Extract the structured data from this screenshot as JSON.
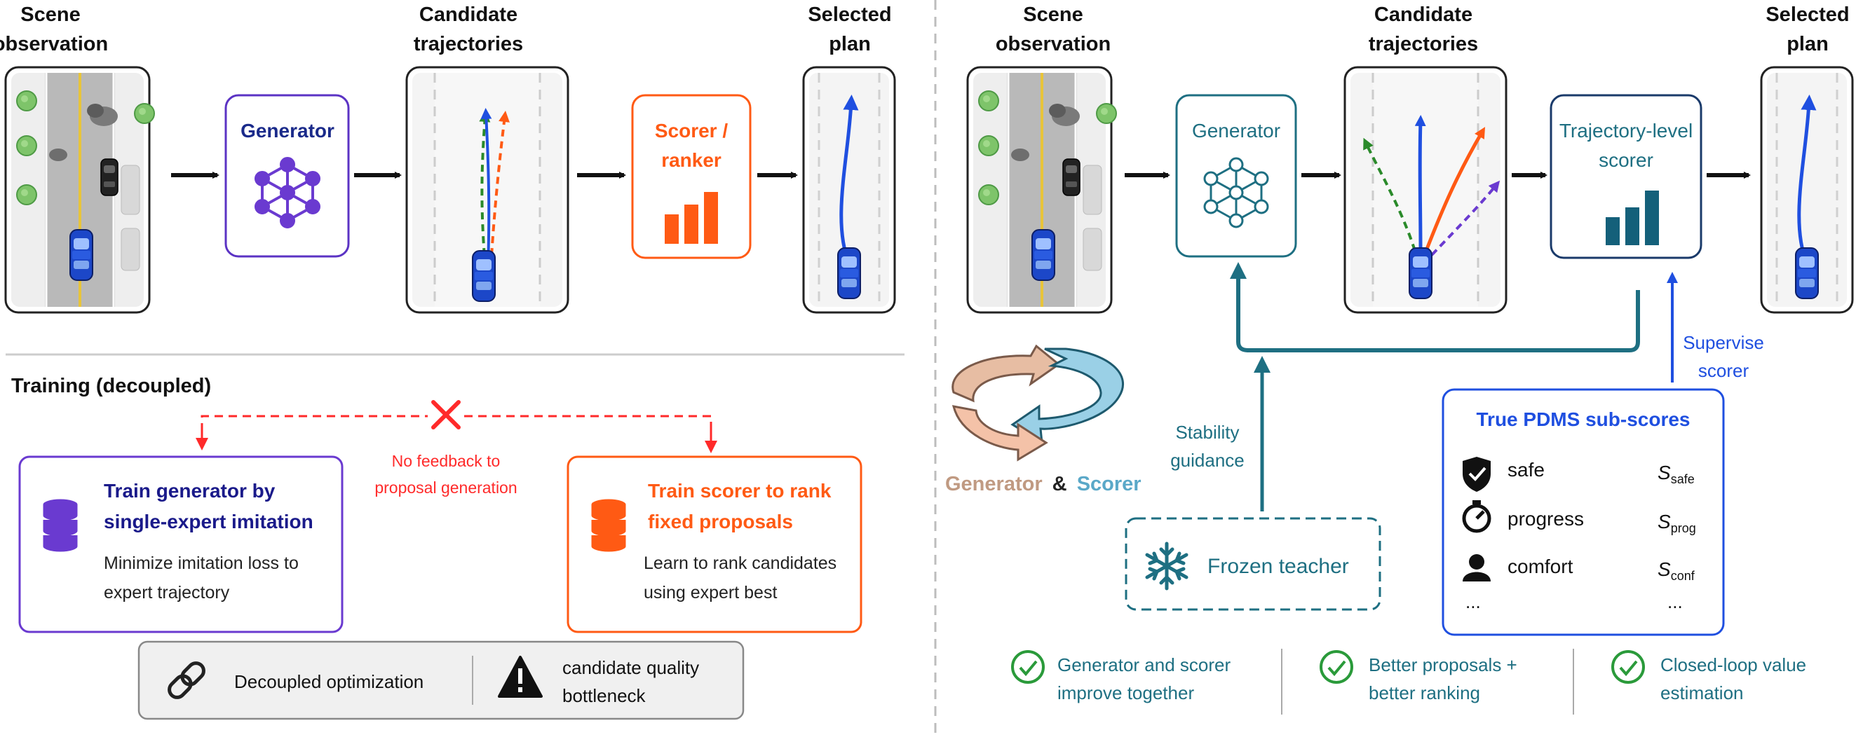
{
  "left": {
    "stage_labels": {
      "scene_l1": "Scene",
      "scene_l2": "observation",
      "cand_l1": "Candidate",
      "cand_l2": "trajectories",
      "sel_l1": "Selected",
      "sel_l2": "plan"
    },
    "generator_label": "Generator",
    "scorer_l1": "Scorer /",
    "scorer_l2": "ranker",
    "training_title": "Training (decoupled)",
    "no_feedback_l1": "No feedback to",
    "no_feedback_l2": "proposal generation",
    "train_gen": {
      "title_l1": "Train generator by",
      "title_l2": "single-expert imitation",
      "desc_l1": "Minimize imitation loss to",
      "desc_l2": "expert trajectory"
    },
    "train_scorer": {
      "title_l1": "Train scorer to rank",
      "title_l2": "fixed proposals",
      "desc_l1": "Learn to rank candidates",
      "desc_l2": "using expert best"
    },
    "bottom": {
      "decoupled": "Decoupled optimization",
      "bottleneck_l1": "candidate quality",
      "bottleneck_l2": "bottleneck"
    }
  },
  "right": {
    "stage_labels": {
      "scene_l1": "Scene",
      "scene_l2": "observation",
      "cand_l1": "Candidate",
      "cand_l2": "trajectories",
      "sel_l1": "Selected",
      "sel_l2": "plan"
    },
    "generator_label": "Generator",
    "scorer_l1": "Trajectory-level",
    "scorer_l2": "scorer",
    "supervise_l1": "Supervise",
    "supervise_l2": "scorer",
    "stability_l1": "Stability",
    "stability_l2": "guidance",
    "frozen_teacher": "Frozen teacher",
    "cycle_gen": "Generator",
    "cycle_amp": "&",
    "cycle_scorer": "Scorer",
    "pdms": {
      "title": "True PDMS sub-scores",
      "items": [
        {
          "label": "safe",
          "sym": "S",
          "sub": "safe"
        },
        {
          "label": "progress",
          "sym": "S",
          "sub": "prog"
        },
        {
          "label": "comfort",
          "sym": "S",
          "sub": "conf"
        }
      ],
      "ellipsis_left": "...",
      "ellipsis_right": "..."
    },
    "benefits": [
      {
        "l1": "Generator and scorer",
        "l2": "improve together"
      },
      {
        "l1": "Better proposals +",
        "l2": "better ranking"
      },
      {
        "l1": "Closed-loop value",
        "l2": "estimation"
      }
    ]
  },
  "colors": {
    "purple": "#5b33c4",
    "orange": "#ff5a14",
    "red": "#ff2a2a",
    "teal": "#1e6f82",
    "blue": "#1f4fe0",
    "green": "#2a9a3a",
    "navy": "#1a2a8a"
  }
}
